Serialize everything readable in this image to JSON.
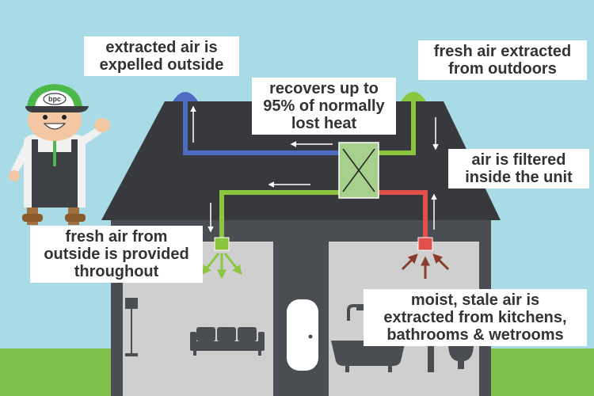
{
  "labels": {
    "expelled": [
      "extracted air is",
      "expelled outside"
    ],
    "fresh_extracted": [
      "fresh air extracted",
      "from outdoors"
    ],
    "recovers": [
      "recovers up to",
      "95% of normally",
      "lost heat"
    ],
    "filtered": [
      "air is filtered",
      "inside the unit"
    ],
    "fresh_provided": [
      "fresh air from",
      "outside is provided",
      "throughout"
    ],
    "moist": [
      "moist, stale air is",
      "extracted from kitchens,",
      "bathrooms & wetrooms"
    ]
  },
  "mascot": {
    "cap_logo": "bpc"
  },
  "colors": {
    "sky": "#a8dbe6",
    "grass": "#7fc14a",
    "house": "#4a4d52",
    "roof": "#38393d",
    "room": "#cfcfcf",
    "stale_duct": "#4d6cc2",
    "fresh_duct": "#8cc63f",
    "moist_duct": "#e2504c",
    "unit": "#a8d08d",
    "label_bg": "#ffffff",
    "label_text": "#333333"
  }
}
